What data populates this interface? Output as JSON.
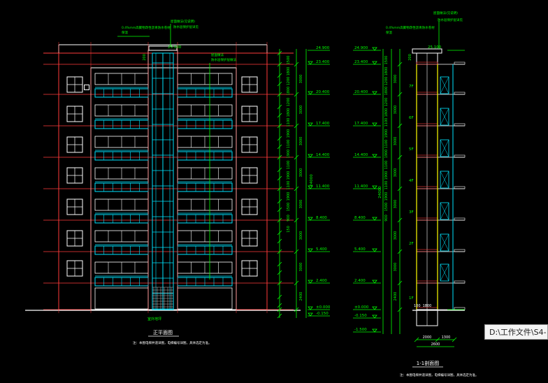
{
  "drawing": {
    "front_title": "正平面图",
    "front_note": "注：本图电梯井道详图，电梯编号详图，具体选定为准。",
    "section_title": "1-1剖面图",
    "section_note": "注：本图电梯井道详图，电梯编号详图，具体选定为准。",
    "roof_note_left": "0.4%mm高聚物改性沥青防水卷材",
    "roof_note_left_2": "保温",
    "roof_note_top": "屋面做法(见说明)",
    "roof_note_top_2": "防水层保护层详见",
    "roof_note_right": "屋面做法",
    "roof_note_right_2": "防水层保护层做法",
    "bottom_label": "室外地坪",
    "elev_25100": "25.100",
    "elev_24900": "24.900",
    "elev_levels": [
      "23.400",
      "20.400",
      "17.400",
      "14.400",
      "11.400",
      "8.400",
      "5.400",
      "2.400",
      "±0.000",
      "-0.150"
    ],
    "elev_section_extra": "-1.500",
    "dim_total": "24000",
    "dim_total_section": "24000",
    "dim_vertical": [
      "1500",
      "1800",
      "1200",
      "1800",
      "1200",
      "1800",
      "1100",
      "1900",
      "1100",
      "1900",
      "1100",
      "1900",
      "1100",
      "1900",
      "1500",
      "900",
      "150"
    ],
    "dim_storey": [
      "3000",
      "3000",
      "3000",
      "3000",
      "3000",
      "3000",
      "3000",
      "2400"
    ],
    "dim_left_small": [
      "200",
      "200"
    ],
    "floor_labels": [
      "7F",
      "6F",
      "5F",
      "4F",
      "3F",
      "2F",
      "1F"
    ],
    "section_dims_bottom": [
      "2000",
      "1300",
      "2600"
    ],
    "section_dims_mid": [
      "100",
      "1800"
    ]
  },
  "tooltip": {
    "path": "D:\\工作文件\\S4-"
  },
  "colors": {
    "background": "#000000",
    "wall_red": "#ff3b3b",
    "dim_green": "#00ff00",
    "window_white": "#ffffff",
    "glass_cyan": "#00e5ff",
    "section_yellow": "#ffff00"
  }
}
